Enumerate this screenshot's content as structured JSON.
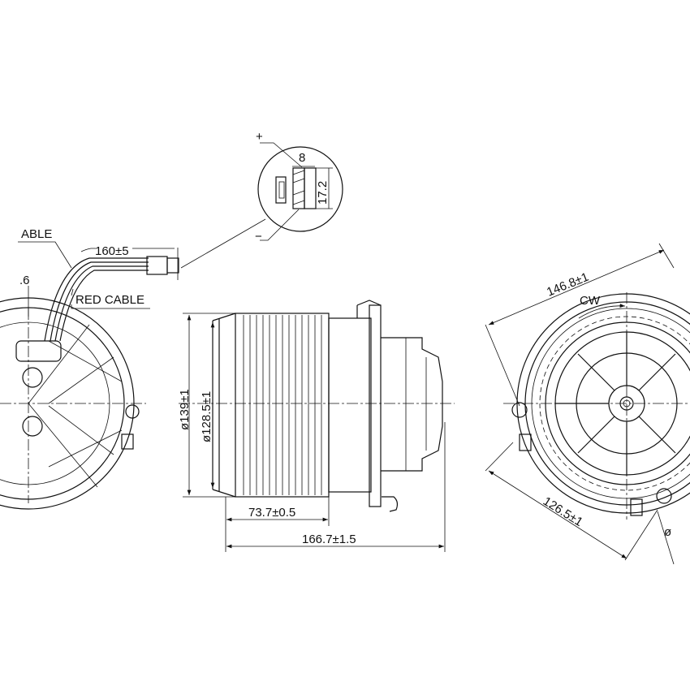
{
  "connector_detail": {
    "plus": "+",
    "minus": "−",
    "width": "8",
    "height": "17.2"
  },
  "cables": {
    "cable_label_partial": "ABLE",
    "length": "160±5",
    "left_dim_partial": ".6",
    "red_cable": "RED CABLE"
  },
  "side_view": {
    "outer_diameter": "ø139±1",
    "inner_diameter": "ø128.5±1",
    "wheel_width": "73.7±0.5",
    "overall_length": "166.7±1.5"
  },
  "front_view": {
    "mount_span": "146.8±1",
    "rotation": "CW",
    "mount_span_2": "126.5±1",
    "hole_dim_partial": "ø"
  }
}
